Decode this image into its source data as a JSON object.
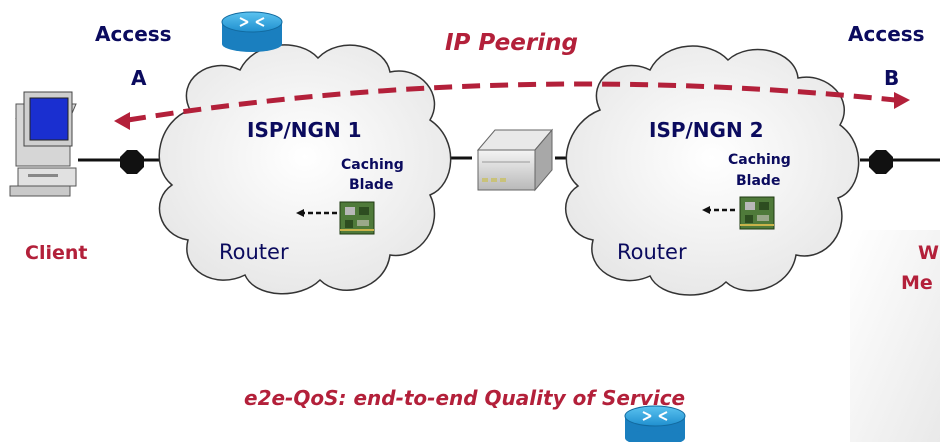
{
  "access_a": {
    "title": "Access",
    "letter": "A"
  },
  "access_b": {
    "title": "Access",
    "letter": "B"
  },
  "ip_peering": "IP Peering",
  "isp1": {
    "name": "ISP/NGN 1",
    "caching": "Caching",
    "blade": "Blade",
    "router": "Router"
  },
  "isp2": {
    "name": "ISP/NGN 2",
    "caching": "Caching",
    "blade": "Blade",
    "router": "Router"
  },
  "client": "Client",
  "server_partial": {
    "line1": "W",
    "line2": "Me"
  },
  "footer": "e2e-QoS: end-to-end Quality of Service",
  "colors": {
    "navy": "#0b0b5e",
    "red": "#b3203a",
    "cloud_fill": "#f1f1f1",
    "router_icon": "#2a9ad6",
    "link": "#111111"
  },
  "icons": [
    "router-icon",
    "computer-icon",
    "peering-switch-icon",
    "caching-blade-icon",
    "link-node-icon"
  ]
}
